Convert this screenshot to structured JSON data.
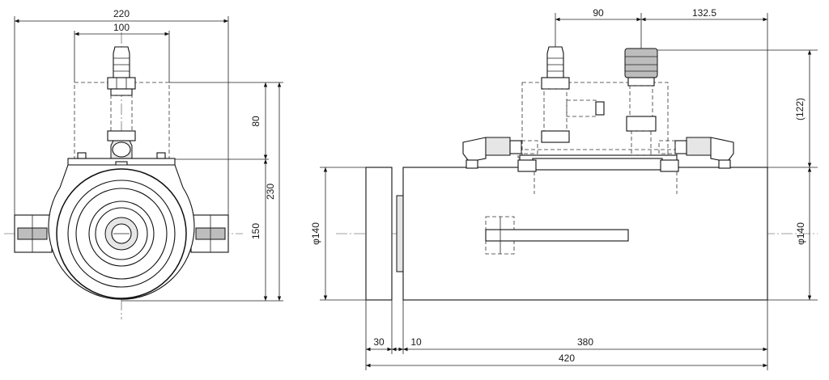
{
  "dimensions": {
    "side_total_width": "220",
    "side_bracket_width": "100",
    "side_upper_height": "80",
    "side_total_height": "230",
    "side_lower_height": "150",
    "front_valve_spacing": "90",
    "front_valve_offset": "132.5",
    "front_ref_height": "(122)",
    "left_diameter": "φ140",
    "right_diameter": "φ140",
    "length_cap": "30",
    "length_gap": "10",
    "length_body": "380",
    "length_total": "420"
  },
  "colors": {
    "line": "#111111",
    "dimension": "#222222",
    "shade": "#e6e6e6",
    "fitting": "#bdbdbd"
  }
}
